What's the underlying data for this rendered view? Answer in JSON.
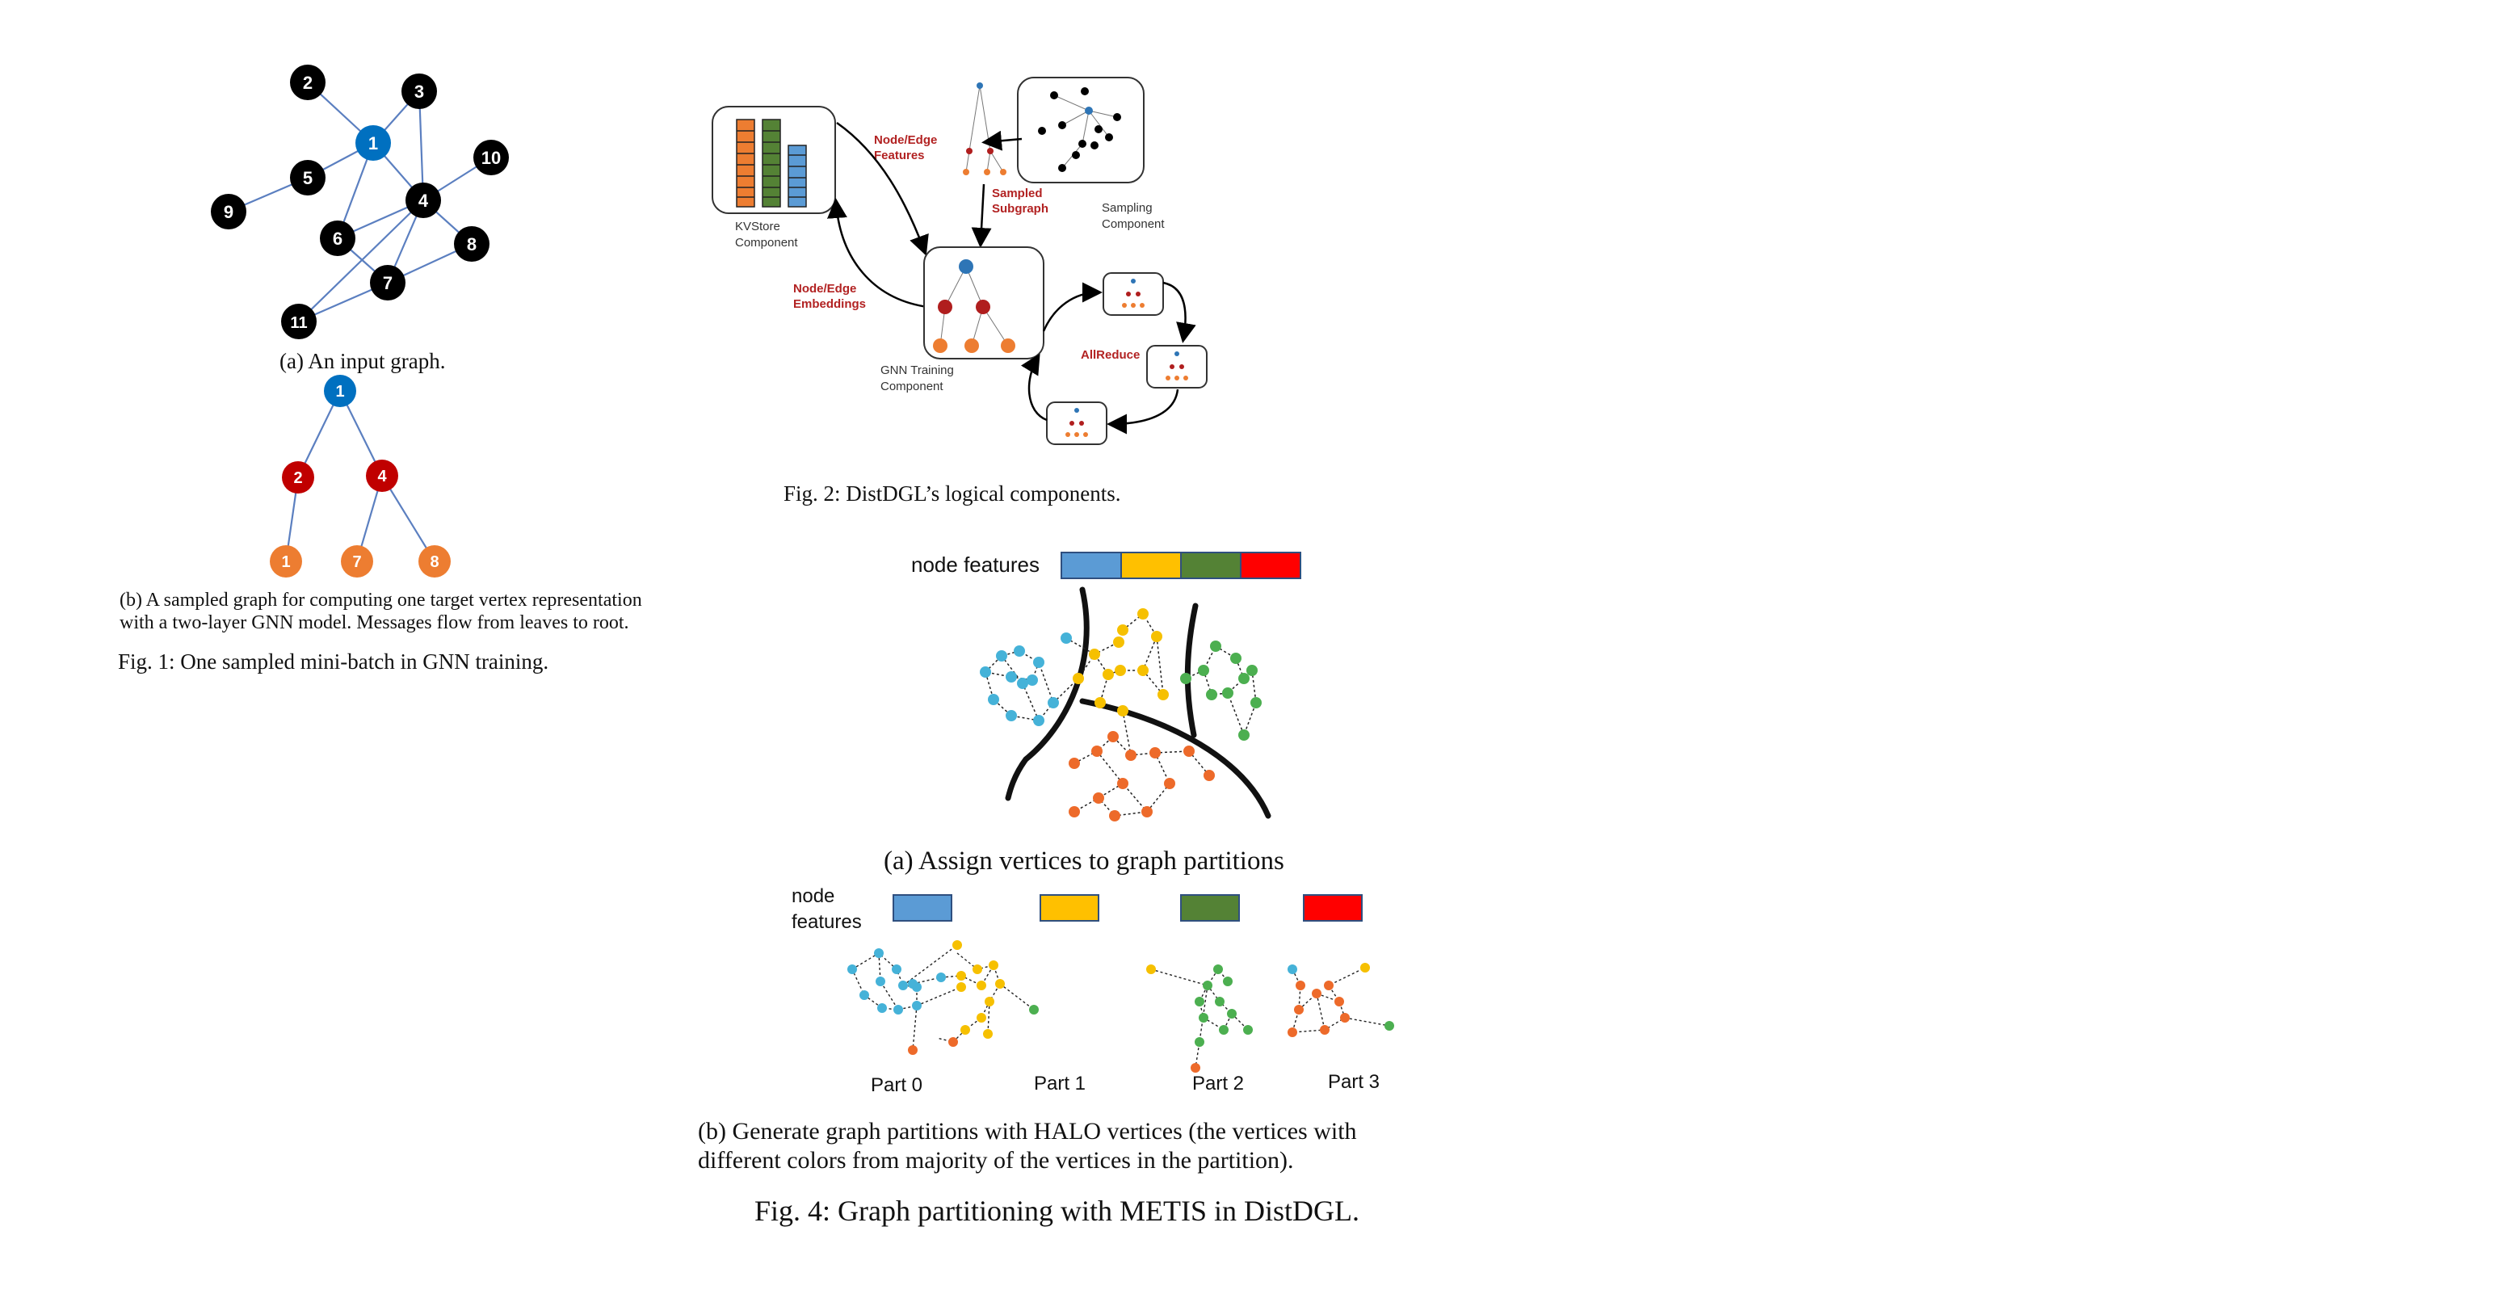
{
  "fig1": {
    "graph_a": {
      "nodes": [
        "1",
        "2",
        "3",
        "4",
        "5",
        "6",
        "7",
        "8",
        "9",
        "10",
        "11"
      ],
      "caption": "(a) An input graph."
    },
    "graph_b": {
      "nodes": [
        "1",
        "2",
        "4",
        "1",
        "7",
        "8"
      ],
      "caption_line1": "(b) A sampled graph for computing one target vertex representation",
      "caption_line2": "with a two-layer GNN model. Messages flow from leaves to root."
    },
    "caption": "Fig. 1: One sampled mini-batch in GNN training."
  },
  "fig2": {
    "kvstore_label_1": "KVStore",
    "kvstore_label_2": "Component",
    "sampling_label_1": "Sampling",
    "sampling_label_2": "Component",
    "training_label_1": "GNN Training",
    "training_label_2": "Component",
    "node_edge_features_1": "Node/Edge",
    "node_edge_features_2": "Features",
    "sampled_subgraph_1": "Sampled",
    "sampled_subgraph_2": "Subgraph",
    "node_edge_embeddings_1": "Node/Edge",
    "node_edge_embeddings_2": "Embeddings",
    "allreduce": "AllReduce",
    "caption": "Fig. 2: DistDGL’s logical components.",
    "colors": {
      "orange": "#ed7d31",
      "green": "#548235",
      "blue": "#5b9bd5",
      "red": "#b01e1e",
      "node_blue": "#2e75b6"
    }
  },
  "fig4": {
    "node_features_label": "node features",
    "feature_colors": [
      "#5b9bd5",
      "#ffc000",
      "#548235",
      "#ff0000"
    ],
    "caption_a": "(a) Assign vertices to graph partitions",
    "node_label_1": "node",
    "node_label_2": "features",
    "parts": [
      "Part 0",
      "Part 1",
      "Part 2",
      "Part 3"
    ],
    "caption_b_line1": "(b) Generate graph partitions with HALO vertices (the vertices with",
    "caption_b_line2": "different colors from majority of the vertices in the partition).",
    "caption": "Fig. 4: Graph partitioning with METIS in DistDGL."
  }
}
